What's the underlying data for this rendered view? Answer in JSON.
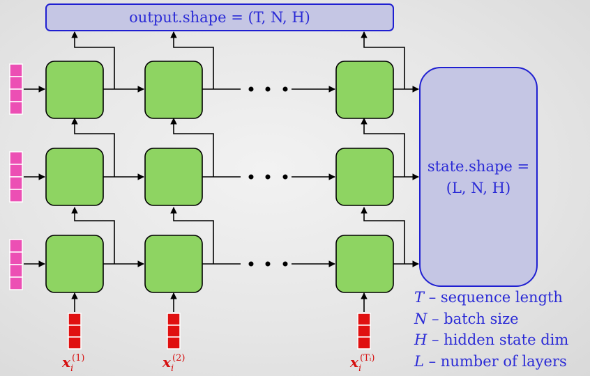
{
  "output_box": {
    "label": "output.shape = (T, N, H)"
  },
  "state_box": {
    "line1": "state.shape =",
    "line2": "(L, N, H)"
  },
  "time_steps": [
    {
      "base": "x",
      "sub": "i",
      "sup": "(1)"
    },
    {
      "base": "x",
      "sub": "i",
      "sup": "(2)"
    },
    {
      "base": "x",
      "sub": "i",
      "sup": "(Tᵢ)"
    }
  ],
  "layers": 3,
  "ellipsis": "• • •",
  "legend": [
    {
      "symbol": "T",
      "text": " – sequence length"
    },
    {
      "symbol": "N",
      "text": " – batch size"
    },
    {
      "symbol": "H",
      "text": " – hidden state dim"
    },
    {
      "symbol": "L",
      "text": " – number of layers"
    }
  ],
  "colors": {
    "cell_fill": "#8ed462",
    "box_fill": "#c5c6e4",
    "box_border": "#1f1fd1",
    "label_text": "#2a2ad6",
    "input_red": "#e01010",
    "state_pink": "#ec4fb4",
    "input_label": "#d61010"
  }
}
